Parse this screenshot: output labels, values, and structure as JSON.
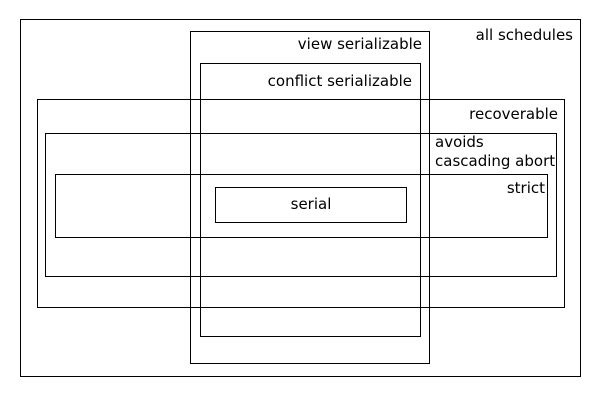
{
  "diagram": {
    "description": "nested-rectangle diagram of database schedule classes",
    "colors": {
      "background": "#ffffff",
      "line": "#000000",
      "text": "#000000"
    },
    "labels": {
      "all_schedules": "all schedules",
      "view_serializable": "view serializable",
      "conflict_serializable": "conflict serializable",
      "recoverable": "recoverable",
      "avoids_line1": "avoids",
      "avoids_line2": "cascading abort",
      "strict": "strict",
      "serial": "serial"
    }
  }
}
